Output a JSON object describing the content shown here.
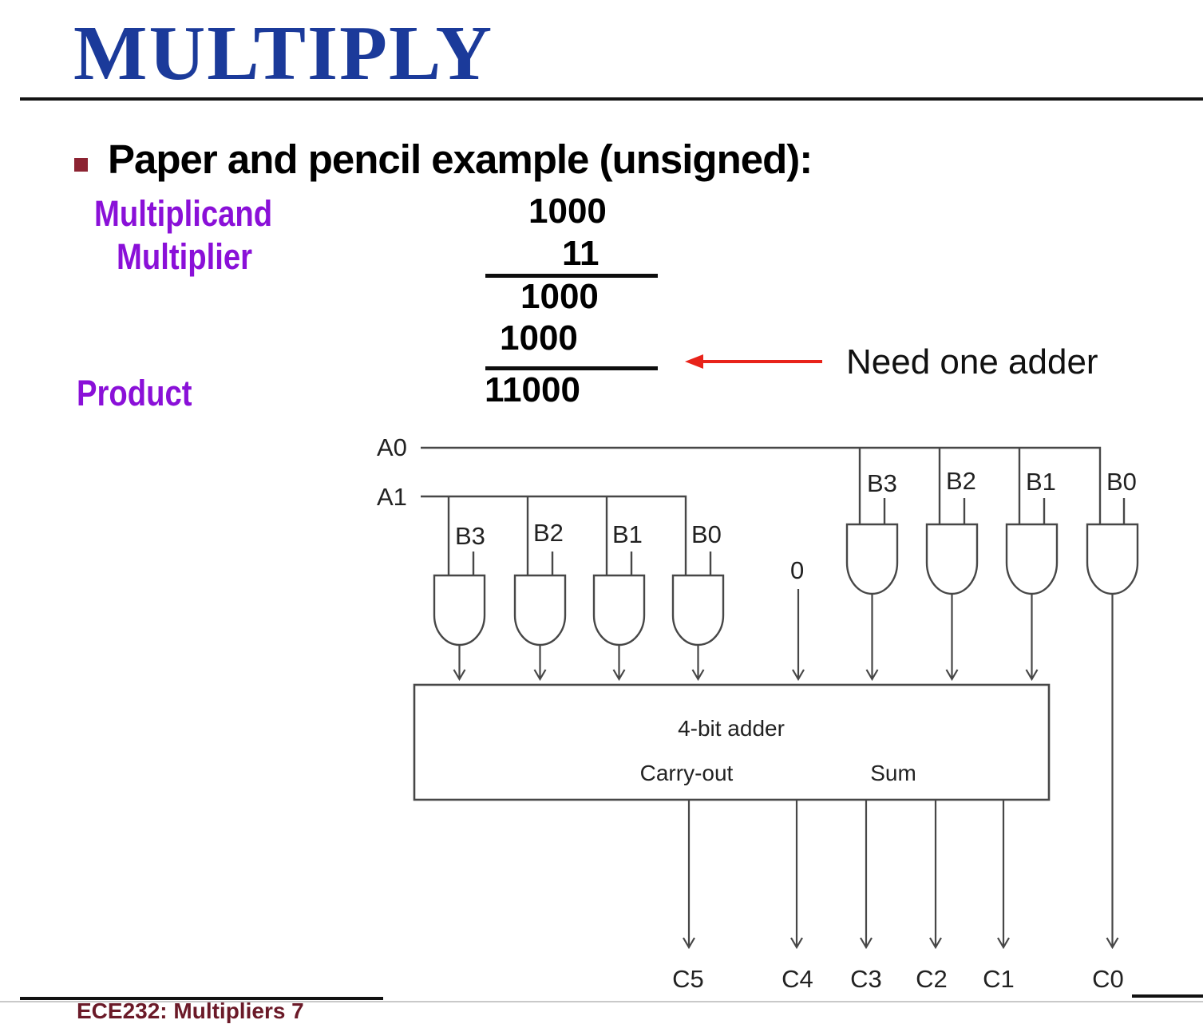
{
  "slide": {
    "title": "MULTIPLY",
    "bullet": "Paper and pencil example (unsigned):",
    "footer": "ECE232: Multipliers 7"
  },
  "example": {
    "multiplicand_label": "Multiplicand",
    "multiplier_label": "Multiplier",
    "product_label": "Product",
    "multiplicand": "1000",
    "multiplier": "11",
    "partial_product_1": "1000",
    "partial_product_2": "1000",
    "product": "11000",
    "annotation": "Need one adder"
  },
  "diagram": {
    "a_inputs": [
      "A0",
      "A1"
    ],
    "zero_input": "0",
    "left_gate_labels": [
      "B3",
      "B2",
      "B1",
      "B0"
    ],
    "right_gate_labels": [
      "B3",
      "B2",
      "B1",
      "B0"
    ],
    "adder_label": "4-bit adder",
    "carry_out_label": "Carry-out",
    "sum_label": "Sum",
    "output_labels": [
      "C5",
      "C4",
      "C3",
      "C2",
      "C1",
      "C0"
    ]
  },
  "colors": {
    "title_blue": "#1b3a9a",
    "label_purple": "#8a10d8",
    "bullet_maroon": "#8c2332",
    "arrow_red": "#e8231a",
    "diagram_line": "#474747",
    "footer_maroon": "#6b1a28"
  }
}
